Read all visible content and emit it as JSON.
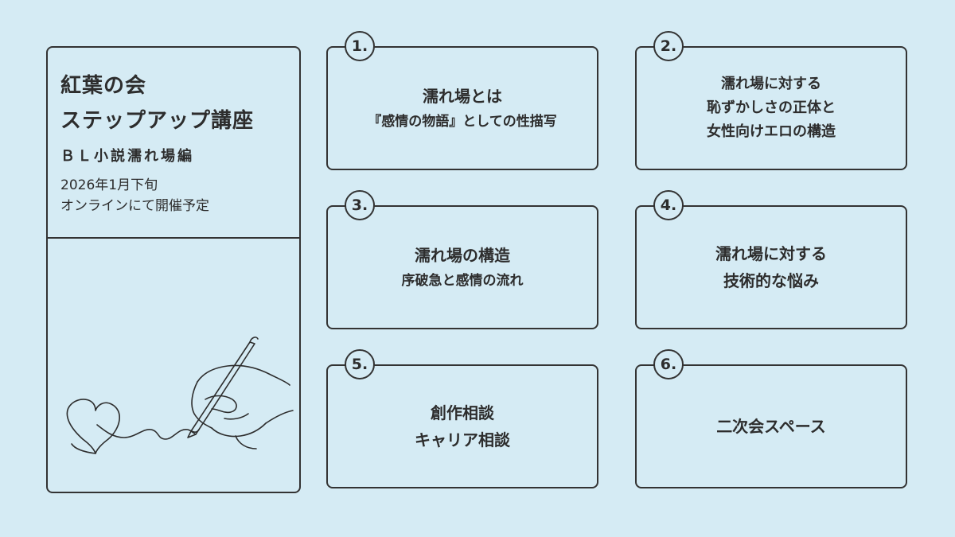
{
  "info": {
    "title_line1": "紅葉の会",
    "title_line2": "ステップアップ講座",
    "subtitle": "ＢＬ小説濡れ場編",
    "date_line1": "2026年1月下旬",
    "date_line2": "オンラインにて開催予定",
    "illustration_icon": "hand-writing-heart-icon"
  },
  "cards": [
    {
      "number": "1.",
      "lines": [
        "濡れ場とは",
        "『感情の物語』としての性描写"
      ]
    },
    {
      "number": "2.",
      "lines": [
        "濡れ場に対する",
        "恥ずかしさの正体と",
        "女性向けエロの構造"
      ]
    },
    {
      "number": "3.",
      "lines": [
        "濡れ場の構造",
        "序破急と感情の流れ"
      ]
    },
    {
      "number": "4.",
      "lines": [
        "濡れ場に対する",
        "技術的な悩み"
      ]
    },
    {
      "number": "5.",
      "lines": [
        "創作相談",
        "キャリア相談"
      ]
    },
    {
      "number": "6.",
      "lines": [
        "二次会スペース"
      ]
    }
  ],
  "colors": {
    "background": "#d5ebf4",
    "stroke": "#333333",
    "text": "#2d2d2d"
  }
}
